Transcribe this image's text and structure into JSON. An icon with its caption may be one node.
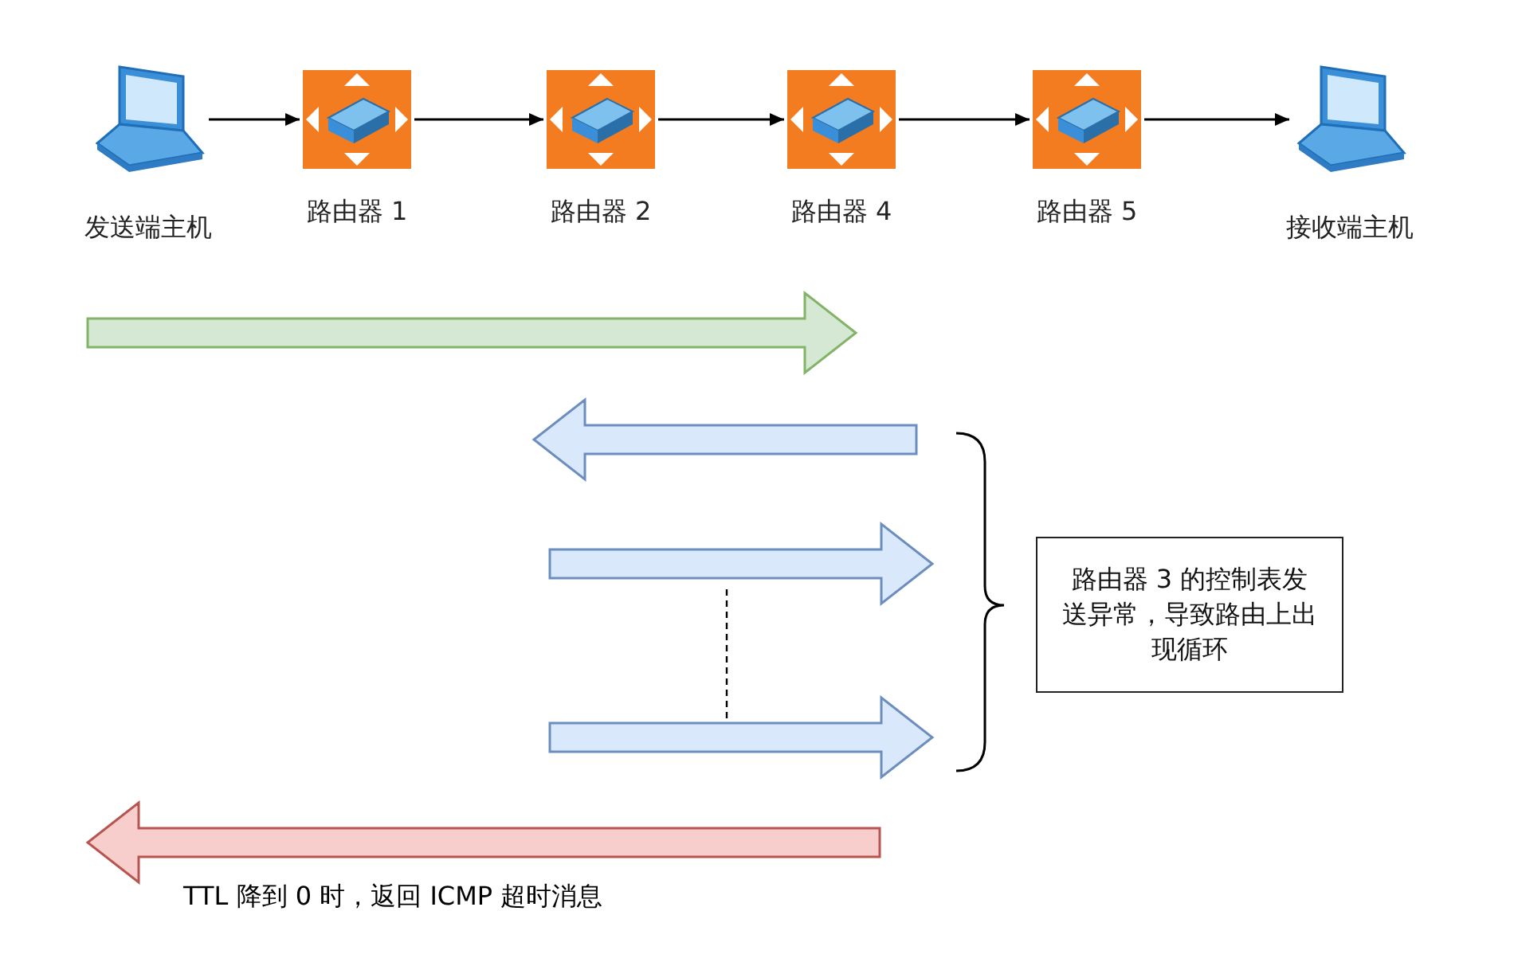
{
  "diagram": {
    "nodes": [
      {
        "text": [
          "发送端主机"
        ]
      },
      {
        "text": [
          "路由器 1"
        ]
      },
      {
        "text": [
          "路由器 2"
        ]
      },
      {
        "text": [
          "路由器 4"
        ]
      },
      {
        "text": [
          "路由器 5"
        ]
      },
      {
        "text": [
          "接收端主机"
        ]
      },
      {
        "text": [
          "路由器 3 的控制表发送异常，导致路由上出现循环"
        ]
      }
    ],
    "edges": [
      {
        "from": 0,
        "to": 1,
        "arrow": "to"
      },
      {
        "from": 1,
        "to": 2,
        "arrow": "to"
      },
      {
        "from": 2,
        "to": 3,
        "arrow": "to"
      },
      {
        "from": 3,
        "to": 4,
        "arrow": "to"
      },
      {
        "from": 4,
        "to": 5,
        "arrow": "to"
      }
    ],
    "labels": [
      "TTL 降到 0 时，返回 ICMP 超时消息"
    ]
  }
}
